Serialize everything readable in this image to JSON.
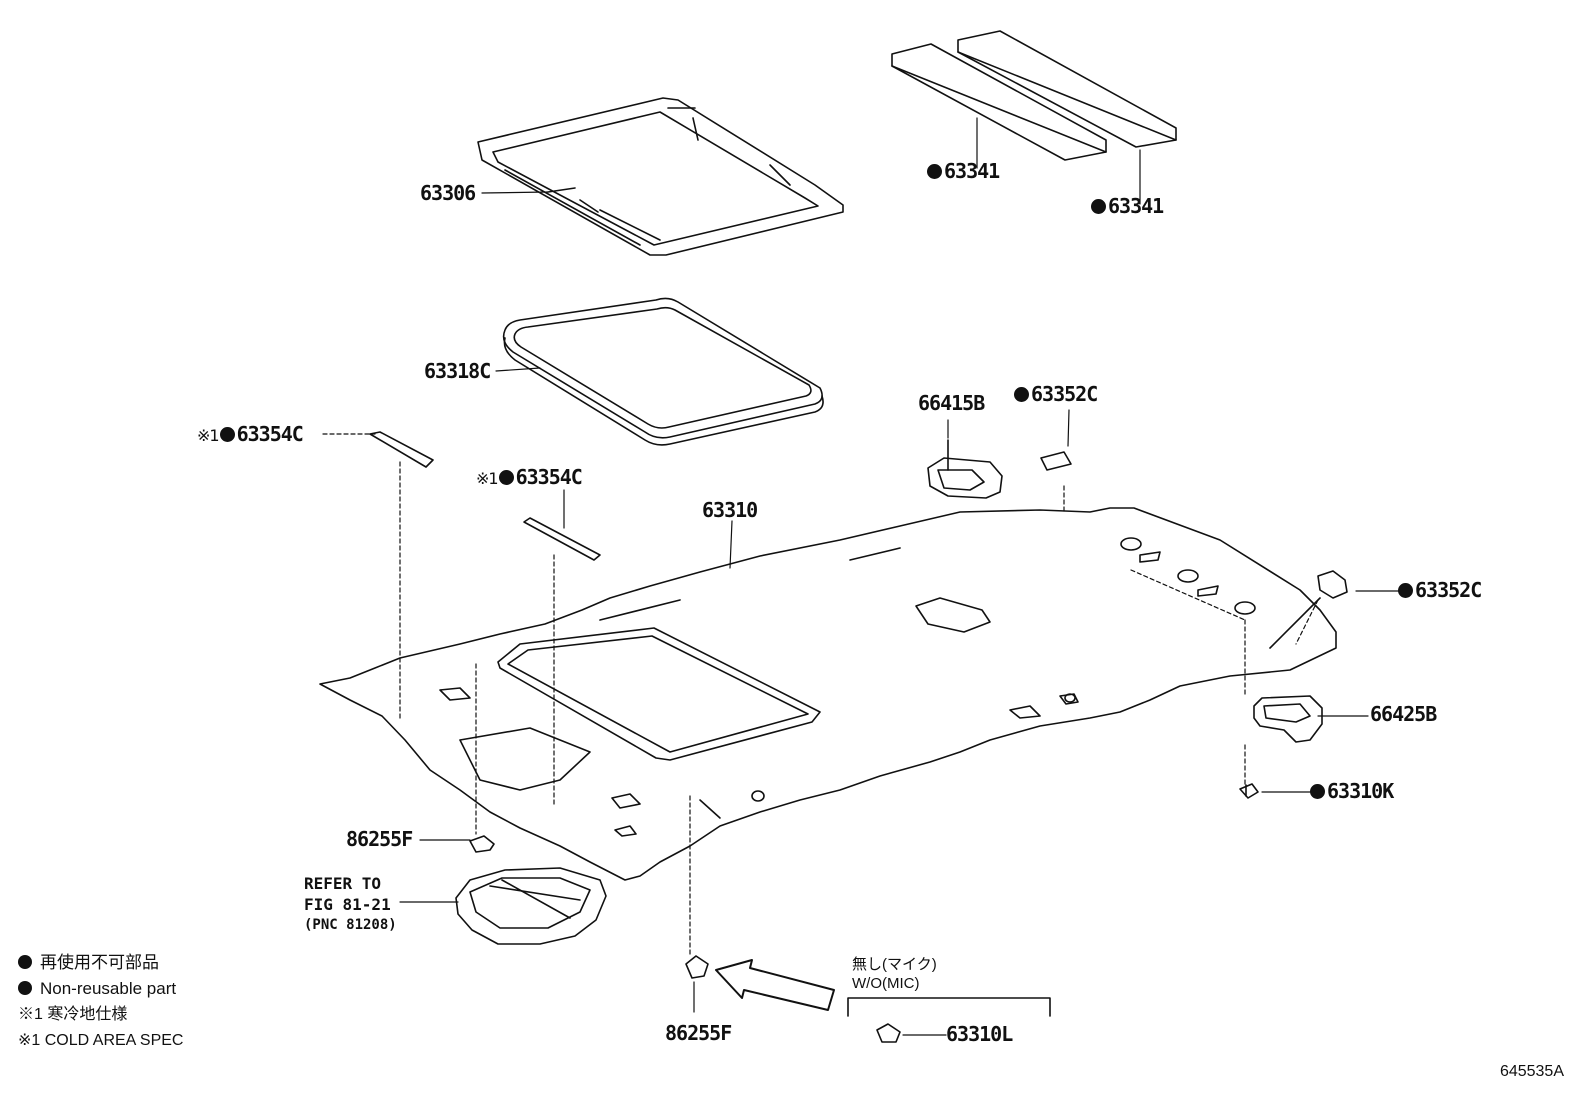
{
  "labels": {
    "p63306": "63306",
    "p63341a": "63341",
    "p63341b": "63341",
    "p63318c": "63318C",
    "p66415b": "66415B",
    "p63352c_top": "63352C",
    "p63354c_left": "63354C",
    "p63354c_mid": "63354C",
    "p63310": "63310",
    "p63352c_right": "63352C",
    "p66425b": "66425B",
    "p63310k": "63310K",
    "p86255f_upper": "86255F",
    "p86255f_lower": "86255F",
    "p63310l": "63310L"
  },
  "cold_mark": "※1",
  "refer": {
    "line1": "REFER TO",
    "line2": "FIG 81-21",
    "line3": "(PNC 81208)"
  },
  "mic_note": {
    "jp": "無し(マイク)",
    "en": "W/O(MIC)"
  },
  "legend": {
    "nonreusable_jp": "再使用不可部品",
    "nonreusable_en": "Non-reusable part",
    "cold_jp": "※1 寒冷地仕様",
    "cold_en": "※1 COLD AREA SPEC"
  },
  "figure_code": "645535A"
}
